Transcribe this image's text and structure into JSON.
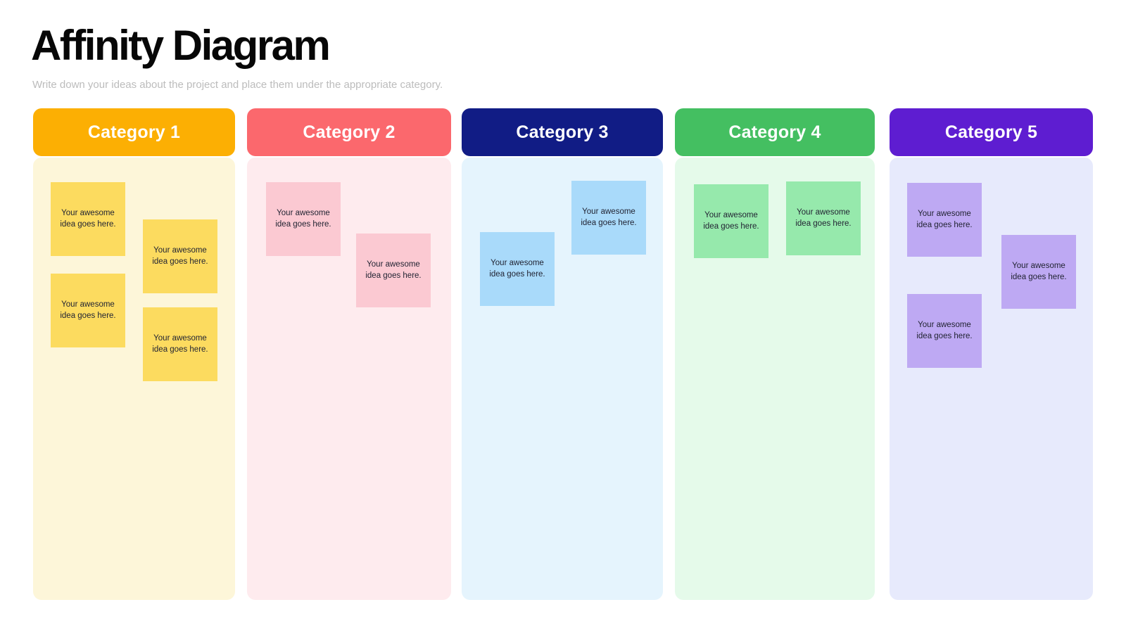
{
  "page": {
    "title": "Affinity Diagram",
    "subtitle": "Write down your ideas about the project and place them under the appropriate category."
  },
  "colors": {
    "background": "#ffffff",
    "title_text": "#070707",
    "subtitle_text": "#bcbcbc",
    "note_text": "#222433",
    "category_1": {
      "header": "#fcaf03",
      "body": "#fdf6d9",
      "note": "#fcdb5f"
    },
    "category_2": {
      "header": "#fb686d",
      "body": "#feebee",
      "note": "#fbc9d2"
    },
    "category_3": {
      "header": "#111c85",
      "body": "#e5f4fd",
      "note": "#a9dafa"
    },
    "category_4": {
      "header": "#44bf61",
      "body": "#e5faea",
      "note": "#96e9ac"
    },
    "category_5": {
      "header": "#5e1dd1",
      "body": "#e7eafc",
      "note": "#bea9f3"
    }
  },
  "columns": [
    {
      "title": "Category 1",
      "notes": [
        "Your awesome idea goes here.",
        "Your awesome idea goes here.",
        "Your awesome idea goes here.",
        "Your awesome idea goes here."
      ]
    },
    {
      "title": "Category 2",
      "notes": [
        "Your awesome idea goes here.",
        "Your awesome idea goes here."
      ]
    },
    {
      "title": "Category 3",
      "notes": [
        "Your awesome idea goes here.",
        "Your awesome idea goes here."
      ]
    },
    {
      "title": "Category 4",
      "notes": [
        "Your awesome idea goes here.",
        "Your awesome idea goes here."
      ]
    },
    {
      "title": "Category 5",
      "notes": [
        "Your awesome idea goes here.",
        "Your awesome idea goes here.",
        "Your awesome idea goes here."
      ]
    }
  ]
}
